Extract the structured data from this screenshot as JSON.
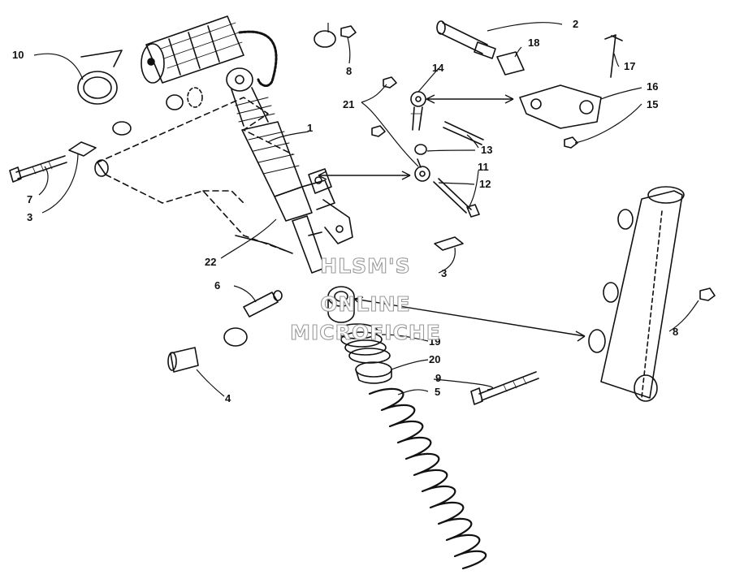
{
  "diagram": {
    "callouts": {
      "c1": "1",
      "c2": "2",
      "c3a": "3",
      "c3b": "3",
      "c4": "4",
      "c5": "5",
      "c6": "6",
      "c7": "7",
      "c8a": "8",
      "c8b": "8",
      "c9": "9",
      "c10": "10",
      "c11": "11",
      "c12": "12",
      "c13": "13",
      "c14": "14",
      "c15": "15",
      "c16": "16",
      "c17": "17",
      "c18": "18",
      "c19": "19",
      "c20": "20",
      "c21": "21",
      "c22": "22"
    },
    "watermark": {
      "line1": "HLSM'S",
      "line2": "ONLINE",
      "line3": "MICROFICHE"
    }
  }
}
